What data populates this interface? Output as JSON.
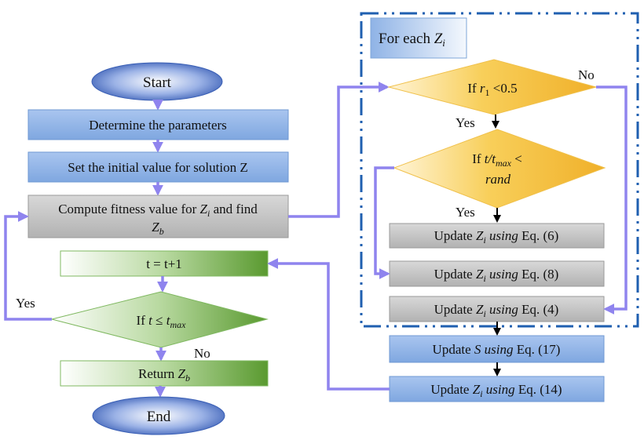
{
  "diagram": {
    "type": "flowchart",
    "colors": {
      "blue_box": "#8fb3e6",
      "gray_box": "#bdbdbd",
      "green_box": "#5f9f35",
      "yellow_diamond": "#f2b52c",
      "connector": "#8f84ee",
      "loop_border": "#1f5fb0",
      "terminal": "#3e63b8"
    },
    "main_flow": {
      "start": "Start",
      "determine_params": "Determine the parameters",
      "set_initial": "Set the initial value for solution Z",
      "compute_fitness": {
        "line1_pre": "Compute fitness value for ",
        "line1_var": "Z",
        "line1_sub": "i",
        "line1_post": " and find",
        "line2_var": "Z",
        "line2_sub": "b"
      },
      "increment": "t = t+1",
      "check_iter": {
        "pre": "If ",
        "var": "t",
        "op": " ≤ ",
        "var2": "t",
        "sub": "max"
      },
      "return_best": {
        "pre": "Return ",
        "var": "Z",
        "sub": "b"
      },
      "end": "End",
      "yes_label": "Yes",
      "no_label": "No"
    },
    "loop": {
      "title_pre": "For each ",
      "title_var": "Z",
      "title_sub": "i",
      "decision1": {
        "pre": "If ",
        "var": "r",
        "sub": "1",
        "post": " <0.5",
        "no_label": "No",
        "yes_label": "Yes"
      },
      "decision2": {
        "pre": "If  ",
        "var": "t/t",
        "sub": "max",
        "post": " <",
        "line2": "rand",
        "yes_label": "Yes"
      },
      "update_eq6": {
        "pre": "Update ",
        "var": "Z",
        "sub": "i",
        "mid": " using",
        "post": " Eq. (6)"
      },
      "update_eq8": {
        "pre": "Update ",
        "var": "Z",
        "sub": "i",
        "mid": " using",
        "post": " Eq. (8)"
      },
      "update_eq4": {
        "pre": "Update ",
        "var": "Z",
        "sub": "i",
        "mid": " using",
        "post": " Eq. (4)"
      }
    },
    "post_loop": {
      "update_s": {
        "pre": "Update ",
        "var": "S",
        "mid": " using",
        "post": " Eq. (17)"
      },
      "update_eq14": {
        "pre": "Update ",
        "var": "Z",
        "sub": "i",
        "mid": " using",
        "post": " Eq. (14)"
      }
    }
  }
}
